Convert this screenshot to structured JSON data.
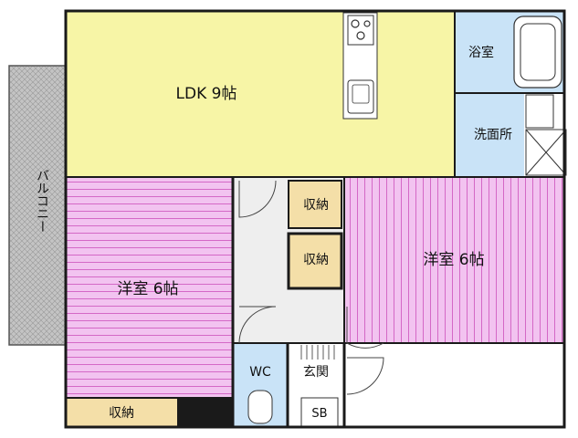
{
  "plan": {
    "rooms": {
      "ldk": "LDK 9帖",
      "western_left": "洋室 6帖",
      "western_right": "洋室 6帖",
      "bath": "浴室",
      "washroom": "洗面所",
      "storage_1": "収納",
      "storage_2": "収納",
      "storage_bottom": "収納",
      "wc": "WC",
      "entrance": "玄関",
      "shoe_box": "SB",
      "balcony": "バルコニー"
    }
  },
  "colors": {
    "ldk": "#f7f5a6",
    "western": "#f2c3f0",
    "western_stripe": "#d860c8",
    "bath": "#c9e3f7",
    "storage": "#f4dfa8",
    "hall": "#eeeeee",
    "balcony": "#bbbbbb",
    "wall": "#1a1a1a"
  }
}
